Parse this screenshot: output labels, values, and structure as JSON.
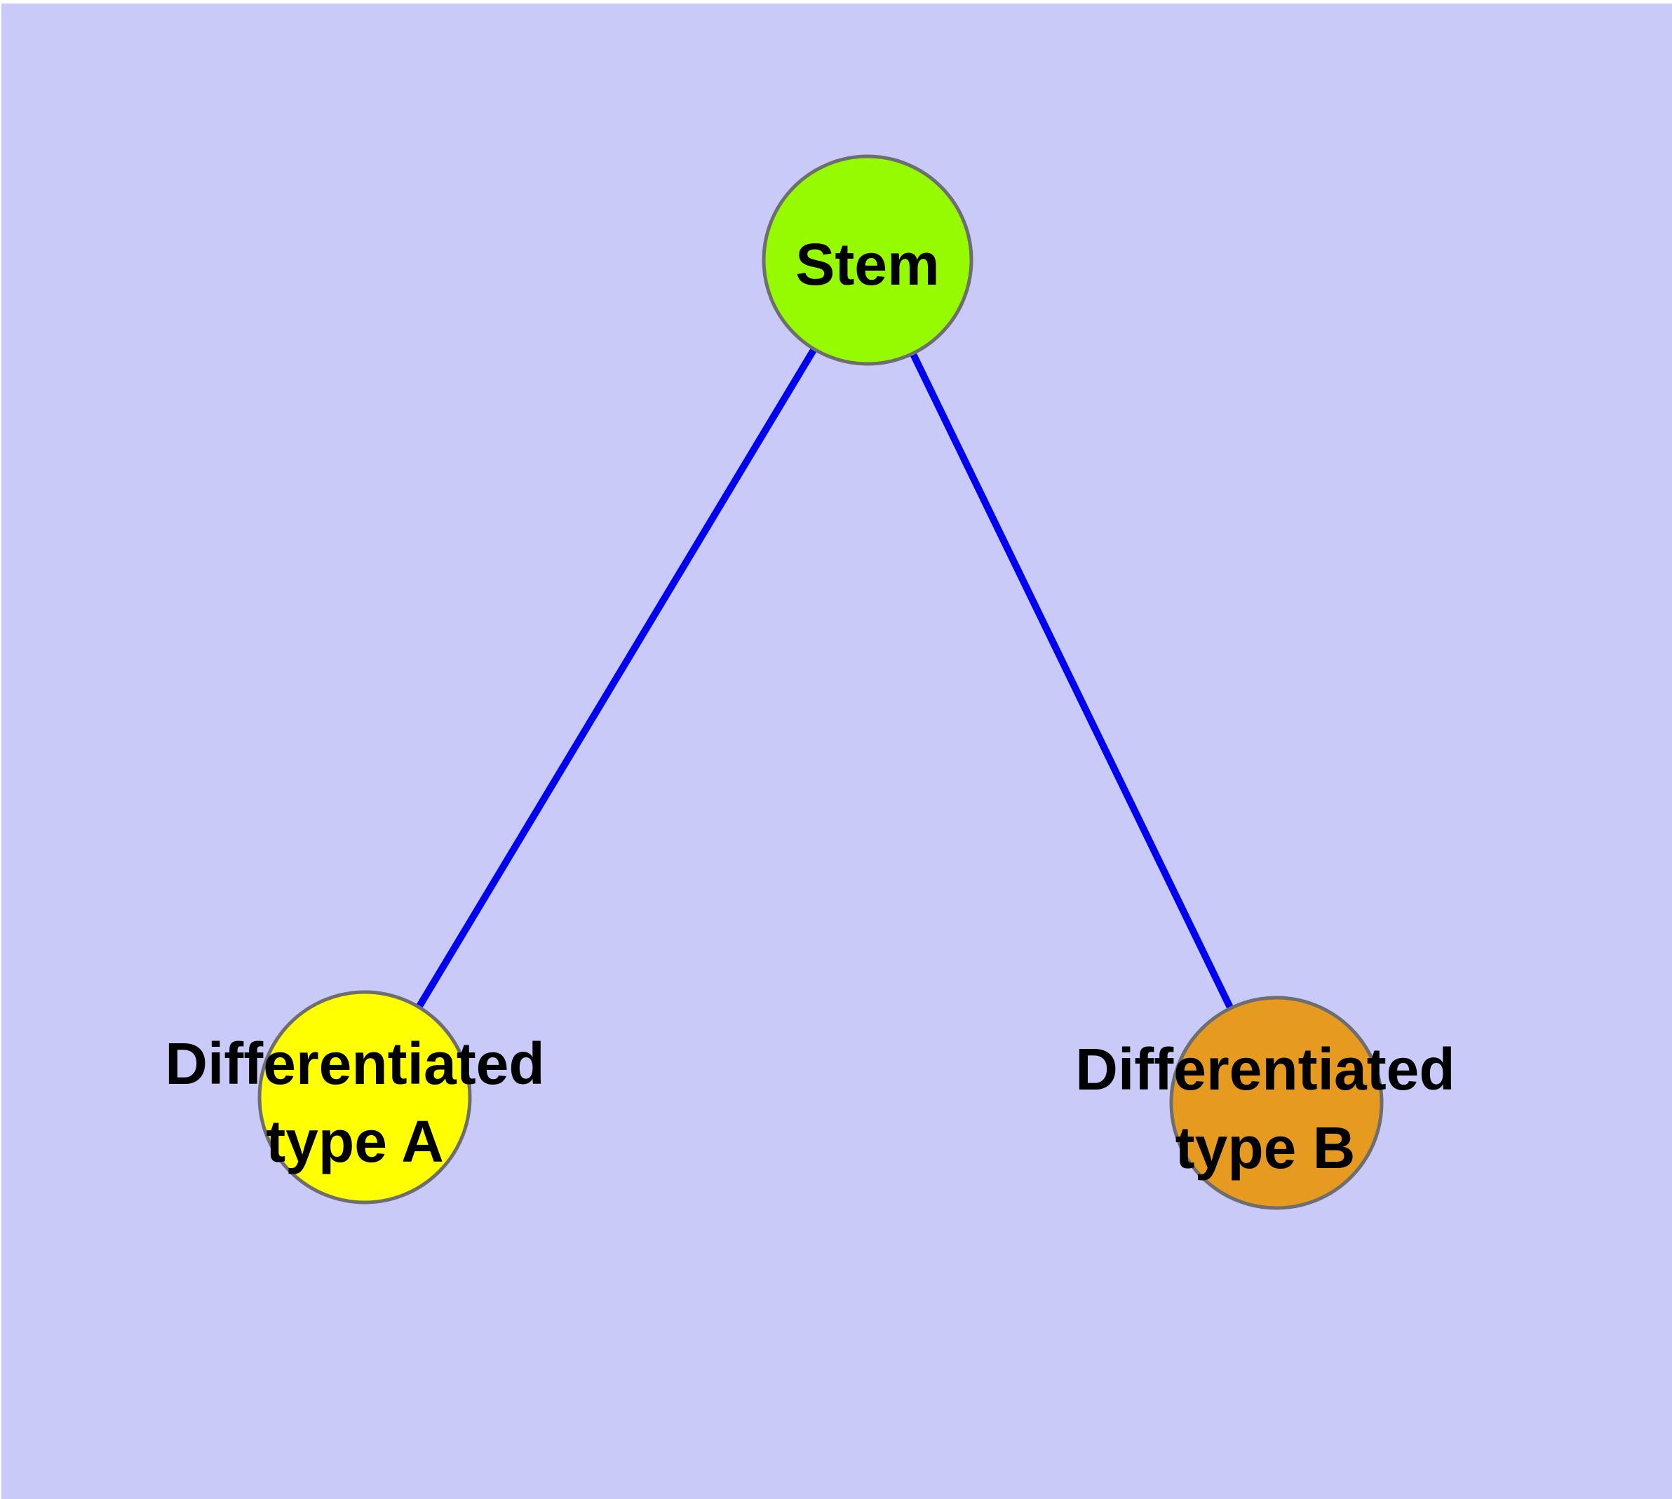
{
  "colors": {
    "page-bg": "#ffffff",
    "canvas-bg": "#cacaf8",
    "edge": "#0000f0",
    "node-border": "#6e6e6e",
    "label": "#000000"
  },
  "diagram": {
    "nodes": [
      {
        "id": "stem",
        "label": "Stem",
        "fill": "#96fa00"
      },
      {
        "id": "type-a",
        "label_line1": "Differentiated",
        "label_line2": "type A",
        "fill": "#ffff00"
      },
      {
        "id": "type-b",
        "label_line1": "Differentiated",
        "label_line2": "type B",
        "fill": "#e69b20"
      }
    ],
    "edges": [
      {
        "from": "Stem",
        "to": "Differentiated type A"
      },
      {
        "from": "Stem",
        "to": "Differentiated type B"
      }
    ]
  }
}
